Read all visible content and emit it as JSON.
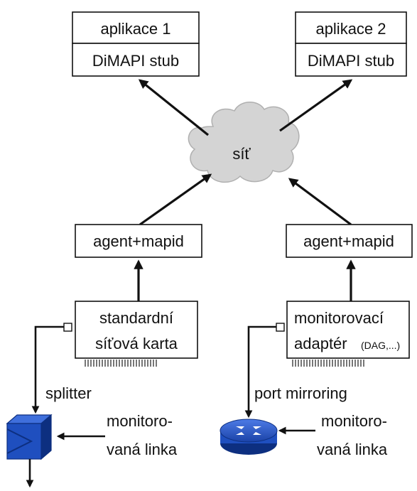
{
  "apps": [
    {
      "name": "aplikace 1",
      "stub": "DiMAPI stub"
    },
    {
      "name": "aplikace 2",
      "stub": "DiMAPI stub"
    }
  ],
  "network": {
    "label": "síť"
  },
  "agents": [
    {
      "label": "agent+mapid"
    },
    {
      "label": "agent+mapid"
    }
  ],
  "cards": [
    {
      "line1": "standardní",
      "line2": "síťová karta",
      "line2_small": ""
    },
    {
      "line1": "monitorovací",
      "line2": "adaptér",
      "line2_small": "(DAG,...)"
    }
  ],
  "devices": [
    {
      "label": "splitter",
      "icon": "splitter-icon",
      "color": "#1f4fbf"
    },
    {
      "label": "port mirroring",
      "icon": "router-icon",
      "color": "#2a5ad0"
    }
  ],
  "links": [
    {
      "line1": "monitoro-",
      "line2": "vaná linka"
    },
    {
      "line1": "monitoro-",
      "line2": "vaná linka"
    }
  ],
  "colors": {
    "cloud_fill": "#d4d4d4",
    "cloud_stroke": "#b0b0b0",
    "device_blue": "#1f4fbf",
    "device_dark": "#0d2f80"
  }
}
